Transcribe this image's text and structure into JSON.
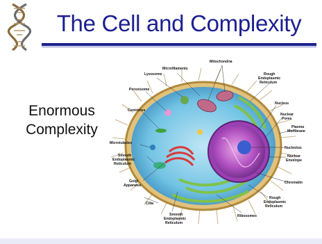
{
  "slide": {
    "title": "The Cell and Complexity",
    "side_text_line1": "Enormous",
    "side_text_line2": "Complexity"
  },
  "diagram_labels": {
    "microfilaments": "Microfilaments",
    "mitochondria": "Mitochondria",
    "lysosome": "Lysosome",
    "rough_er_top_1": "Rough",
    "rough_er_top_2": "Endoplasmic",
    "rough_er_top_3": "Reticulum",
    "peroxisome": "Peroxisome",
    "nucleus": "Nucleus",
    "centrioles": "Centrioles",
    "nuclear_pores_1": "Nuclear",
    "nuclear_pores_2": "Pores",
    "plasma_membrane_1": "Plasma",
    "plasma_membrane_2": "Membrane",
    "nucleolus": "Nucleolus",
    "microtubules": "Microtubules",
    "smooth_er_left_1": "Smooth",
    "smooth_er_left_2": "Endoplasmic",
    "smooth_er_left_3": "Reticulum",
    "nuclear_envelope_1": "Nuclear",
    "nuclear_envelope_2": "Envelope",
    "golgi_1": "Golgi",
    "golgi_2": "Apparatus",
    "chromatin": "Chromatin",
    "cilia": "Cilia",
    "rough_er_bottom_1": "Rough",
    "rough_er_bottom_2": "Endoplasmic",
    "rough_er_bottom_3": "Reticulum",
    "smooth_er_bottom_1": "Smooth",
    "smooth_er_bottom_2": "Endoplasmic",
    "smooth_er_bottom_3": "Reticulum",
    "ribosomes": "Ribosomes"
  }
}
